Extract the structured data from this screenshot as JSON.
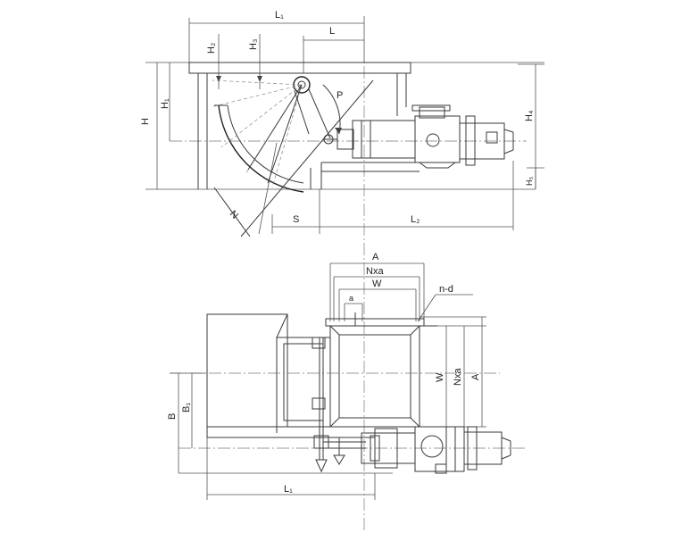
{
  "elevation": {
    "labels": {
      "L1": "L₁",
      "L": "L",
      "H2": "H₂",
      "H3": "H₃",
      "H1": "H₁",
      "H": "H",
      "P": "P",
      "H4": "H₄",
      "H5": "H₅",
      "N": "N",
      "S": "S",
      "L2": "L₂"
    }
  },
  "plan": {
    "labels": {
      "A_top": "A",
      "Nxa_top": "Nxa",
      "W_top": "W",
      "a": "a",
      "nd": "n-d",
      "W_side": "W",
      "Nxa_side": "Nxa",
      "A_side": "A",
      "B": "B",
      "B1": "B₁",
      "L1": "L₁"
    }
  }
}
